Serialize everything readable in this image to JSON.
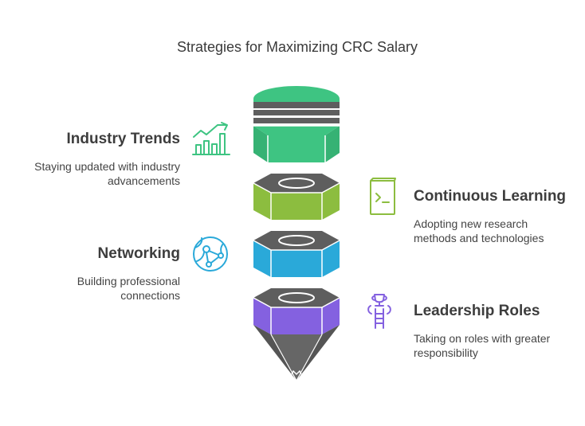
{
  "title": "Strategies for Maximizing CRC Salary",
  "items": [
    {
      "heading": "Industry Trends",
      "description_lines": [
        "Staying updated with industry",
        "advancements"
      ],
      "icon": "bar-chart-trend-icon",
      "color": "#3ec482"
    },
    {
      "heading": "Continuous Learning",
      "description_lines": [
        "Adopting new research",
        "methods and technologies"
      ],
      "icon": "terminal-book-icon",
      "color": "#8cbd3f"
    },
    {
      "heading": "Networking",
      "description_lines": [
        "Building professional",
        "connections"
      ],
      "icon": "network-globe-icon",
      "color": "#2aa9d9"
    },
    {
      "heading": "Leadership Roles",
      "description_lines": [
        "Taking on roles with greater",
        "responsibility"
      ],
      "icon": "trophy-ladder-icon",
      "color": "#8461e0"
    }
  ],
  "colors": {
    "gray_dark": "#5c5c5c",
    "gray_mid": "#6e6e6e",
    "green": "#3ec482",
    "lime": "#8cbd3f",
    "blue": "#2aa9d9",
    "purple": "#8461e0"
  }
}
